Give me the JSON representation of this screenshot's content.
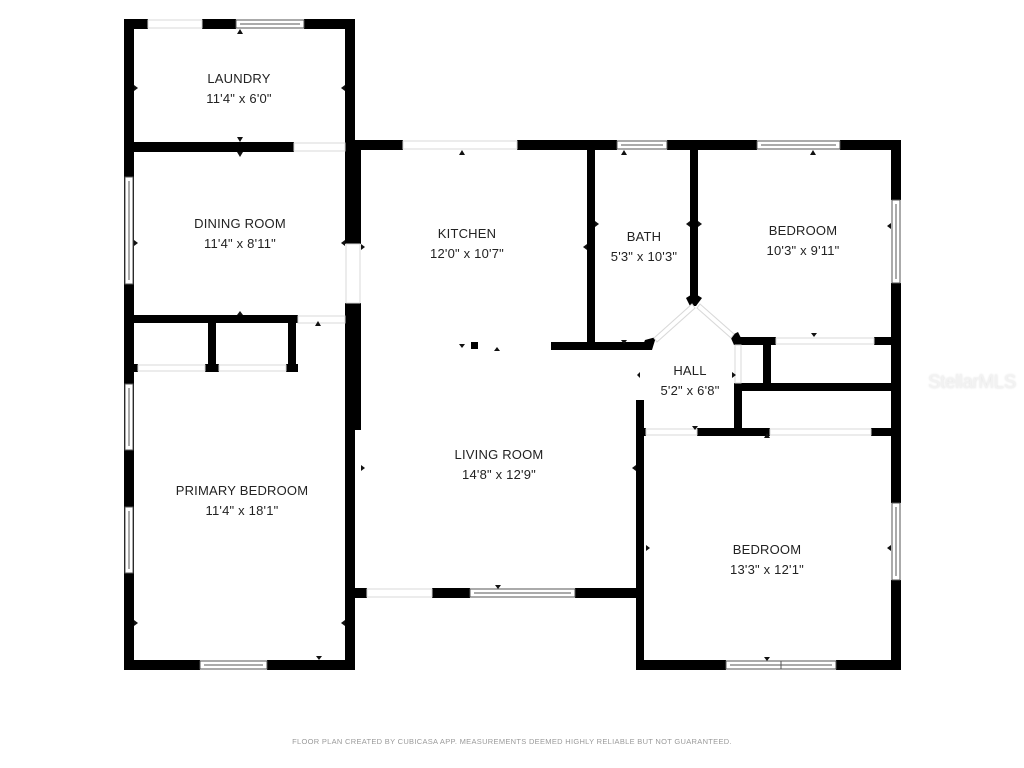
{
  "floor_plan": {
    "rooms": [
      {
        "id": "laundry",
        "name": "LAUNDRY",
        "dimensions": "11'4\" x 6'0\""
      },
      {
        "id": "dining-room",
        "name": "DINING ROOM",
        "dimensions": "11'4\" x 8'11\""
      },
      {
        "id": "kitchen",
        "name": "KITCHEN",
        "dimensions": "12'0\" x 10'7\""
      },
      {
        "id": "bath",
        "name": "BATH",
        "dimensions": "5'3\" x 10'3\""
      },
      {
        "id": "bedroom-2",
        "name": "BEDROOM",
        "dimensions": "10'3\" x 9'11\""
      },
      {
        "id": "hall",
        "name": "HALL",
        "dimensions": "5'2\" x 6'8\""
      },
      {
        "id": "primary-bedroom",
        "name": "PRIMARY BEDROOM",
        "dimensions": "11'4\" x 18'1\""
      },
      {
        "id": "living-room",
        "name": "LIVING ROOM",
        "dimensions": "14'8\" x 12'9\""
      },
      {
        "id": "bedroom-3",
        "name": "BEDROOM",
        "dimensions": "13'3\" x 12'1\""
      }
    ]
  },
  "footer": {
    "disclaimer": "FLOOR PLAN CREATED BY CUBICASA APP. MEASUREMENTS DEEMED HIGHLY RELIABLE BUT NOT GUARANTEED."
  },
  "watermark": {
    "text": "StellarMLS"
  },
  "colors": {
    "wall": "#000000",
    "background": "#ffffff",
    "text": "#222222",
    "footer_text": "#9a9a9a"
  }
}
